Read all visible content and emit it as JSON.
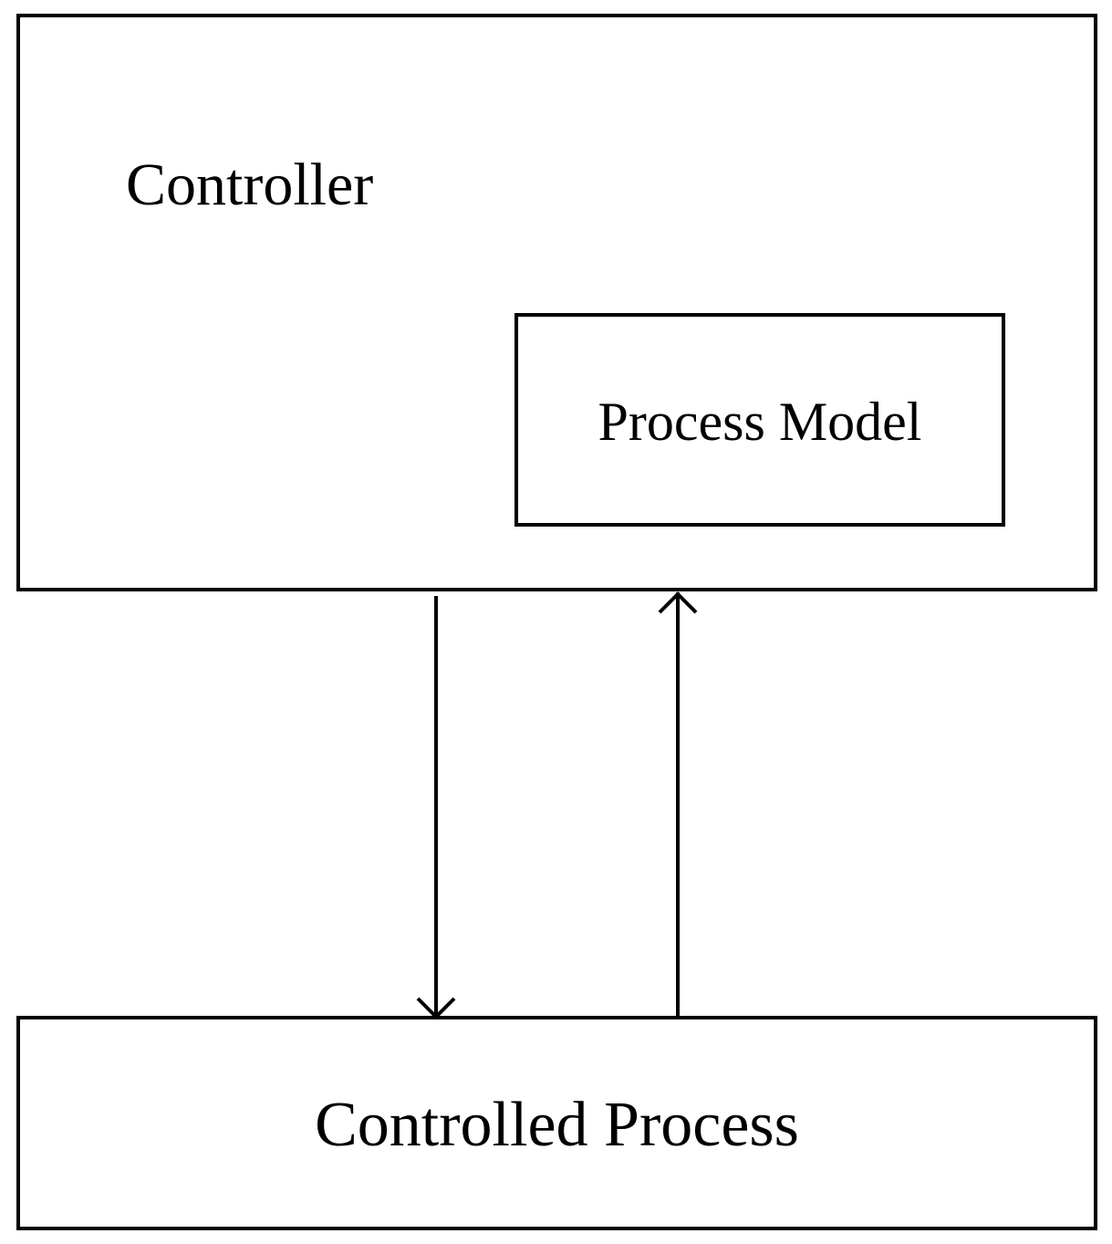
{
  "diagram": {
    "controller": {
      "label": "Controller"
    },
    "process_model": {
      "label": "Process Model"
    },
    "controlled_process": {
      "label": "Controlled Process"
    },
    "connections": [
      {
        "from": "controller",
        "to": "controlled_process",
        "direction": "down"
      },
      {
        "from": "controlled_process",
        "to": "controller",
        "direction": "up"
      }
    ],
    "colors": {
      "stroke": "#000000",
      "background": "#ffffff"
    }
  }
}
